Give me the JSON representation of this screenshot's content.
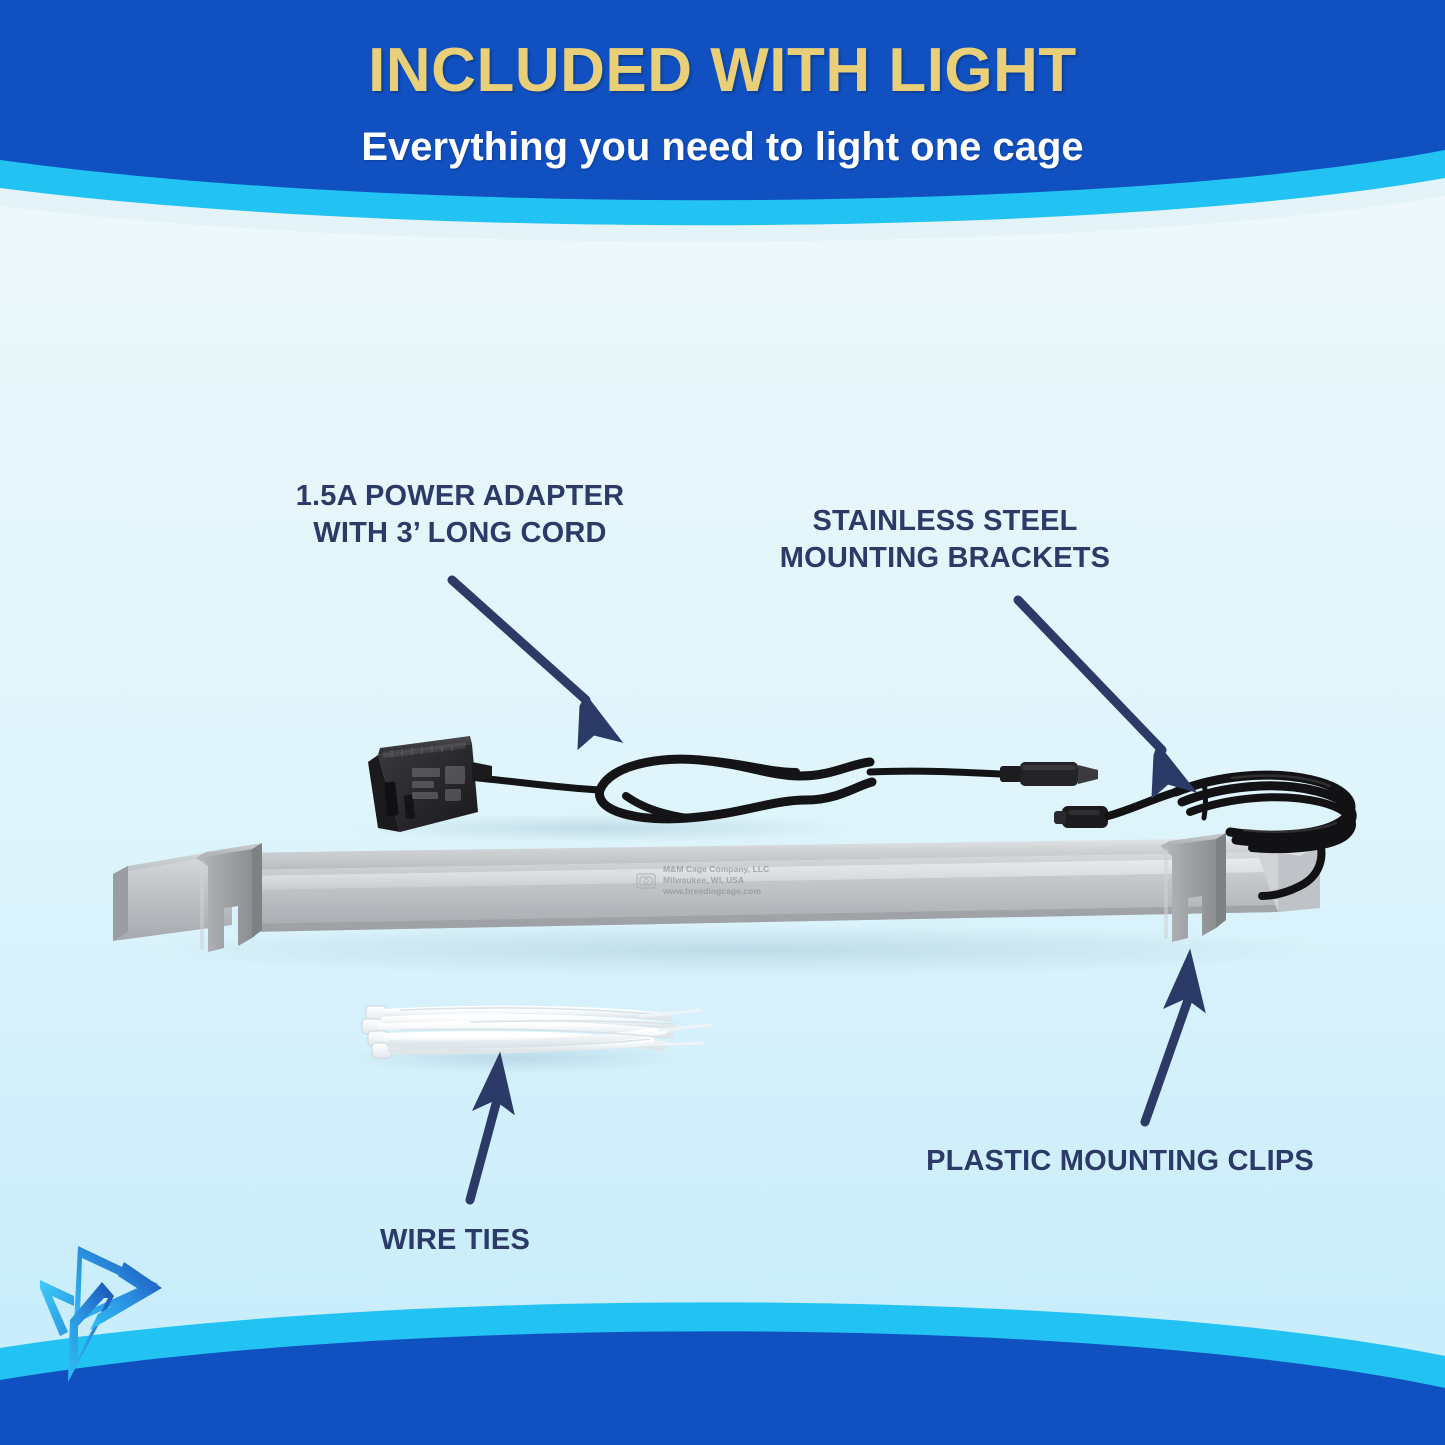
{
  "header": {
    "title": "INCLUDED WITH LIGHT",
    "subtitle": "Everything you need to light one cage",
    "title_color": "#e9cf78",
    "subtitle_color": "#ffffff",
    "banner_color": "#1050c0",
    "banner_accent_color": "#22c3f2"
  },
  "background": {
    "top_color": "#f4fbfd",
    "bottom_color": "#c5ecfb"
  },
  "callouts": [
    {
      "id": "adapter",
      "text": "1.5A POWER ADAPTER\nWITH 3’ LONG CORD",
      "color": "#2b3a67"
    },
    {
      "id": "brackets",
      "text": "STAINLESS STEEL\nMOUNTING BRACKETS",
      "color": "#2b3a67"
    },
    {
      "id": "clips",
      "text": "PLASTIC MOUNTING CLIPS",
      "color": "#2b3a67"
    },
    {
      "id": "wireties",
      "text": "WIRE TIES",
      "color": "#2b3a67"
    }
  ],
  "arrows": {
    "color": "#2b3a67",
    "count": 4
  },
  "product": {
    "light_bar": {
      "name": "LED light bar",
      "body_color": "#c3c7ca",
      "clip_color": "#9a9da0"
    },
    "power_adapter": {
      "name": "AC power adapter with barrel plug",
      "color": "#2a2a2d"
    },
    "wire_ties": {
      "name": "bundle of white nylon wire ties",
      "color": "#f2f6f8"
    },
    "dc_cable": {
      "name": "coiled black DC cable",
      "color": "#1c1c1f"
    }
  },
  "brand_imprint": {
    "line1": "M&M Cage Company, LLC",
    "line2": "Milwaukee, WI, USA",
    "line3": "www.breedingcage.com"
  },
  "logo": {
    "name": "geometric arrow logo",
    "color_light": "#2bb7f0",
    "color_dark": "#1a4fb5"
  }
}
